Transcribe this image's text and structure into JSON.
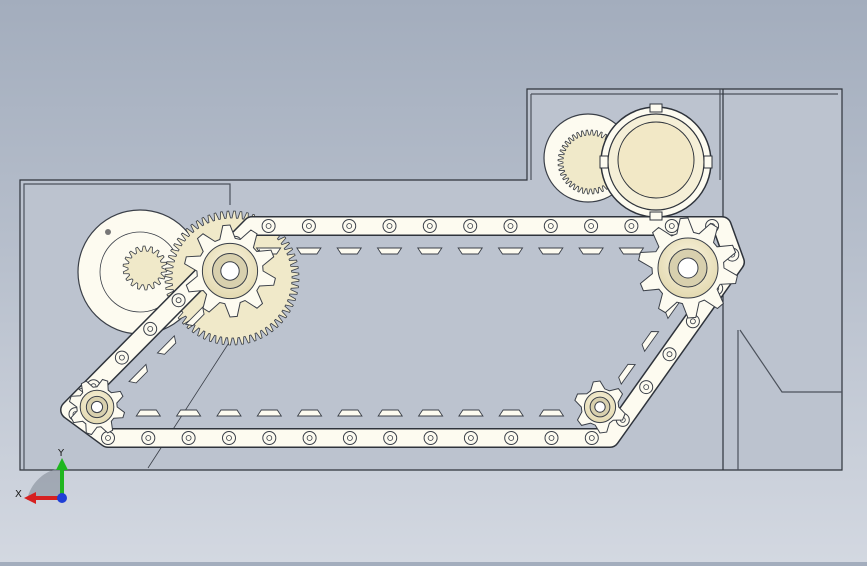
{
  "view": {
    "background_top": "#a3adbd",
    "background_bottom": "#d3d8e1",
    "part_color": "#fdfbf0",
    "gear_color": "#f0e9c9",
    "edge_color": "#3a3f48",
    "frame_color": "#b9c0cc"
  },
  "triad": {
    "x_label": "X",
    "y_label": "Y",
    "x_color": "#d62020",
    "y_color": "#1fb61f",
    "z_color": "#1f3fd6"
  },
  "parts": {
    "chain_pin_count": 38,
    "idler_sprockets": 4,
    "drive_gears": 2
  }
}
